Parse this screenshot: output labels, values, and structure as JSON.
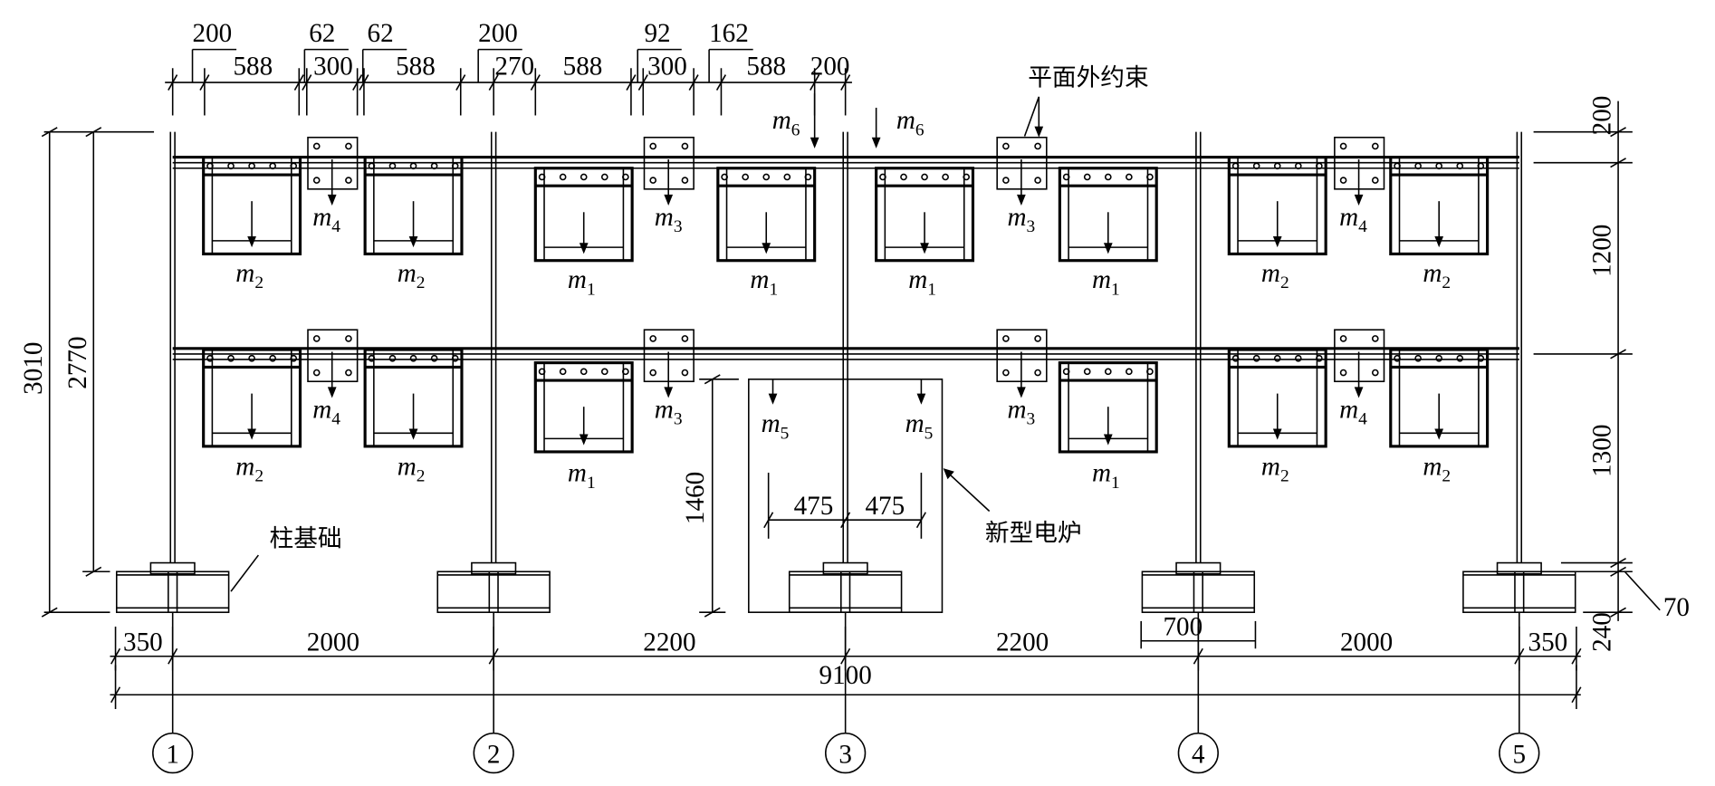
{
  "top_dims_upper": [
    "200",
    "62",
    "62",
    "200",
    "92",
    "162"
  ],
  "top_dims_lower": [
    "588",
    "300",
    "588",
    "270",
    "588",
    "300",
    "588",
    "200"
  ],
  "left_dims": [
    "3010",
    "2770"
  ],
  "right_dims": [
    "200",
    "1200",
    "1300",
    "240",
    "70"
  ],
  "bottom_dims": [
    "350",
    "2000",
    "2200",
    "2200",
    "2000",
    "350"
  ],
  "total_dim": "9100",
  "footing_width_dim": "700",
  "furnace_dims": {
    "height": "1460",
    "half_left": "475",
    "half_right": "475"
  },
  "axis_labels": [
    "1",
    "2",
    "3",
    "4",
    "5"
  ],
  "mass_labels": {
    "m1": "m1",
    "m2": "m2",
    "m3": "m3",
    "m4": "m4",
    "m5": "m5",
    "m6": "m6"
  },
  "annotations": {
    "out_of_plane": "平面外约束",
    "column_footing": "柱基础",
    "new_furnace": "新型电炉"
  }
}
